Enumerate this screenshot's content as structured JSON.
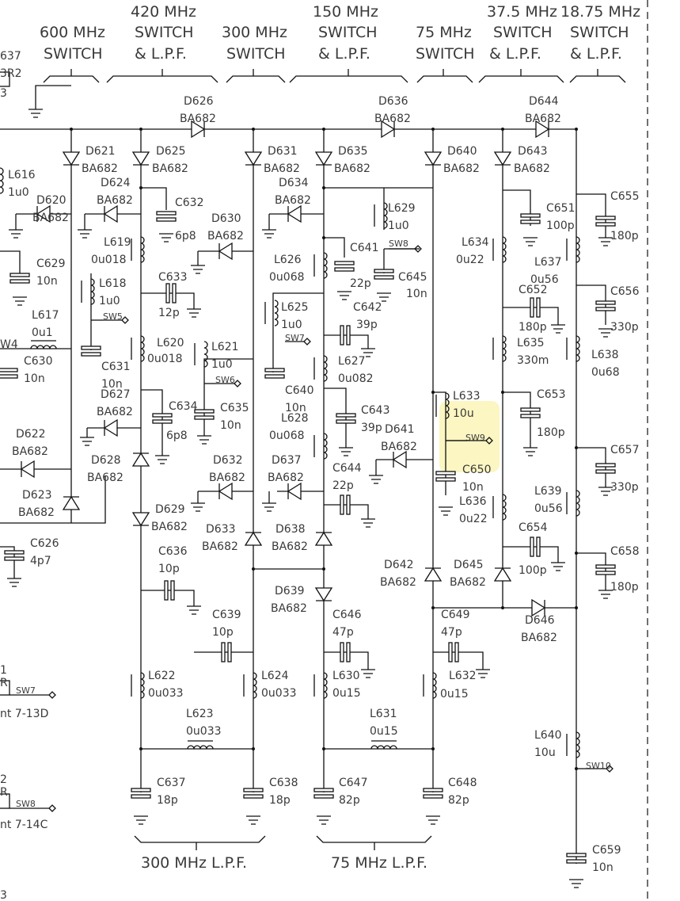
{
  "headers": [
    {
      "id": "600-switch",
      "lines": [
        "600 MHz",
        "SWITCH"
      ]
    },
    {
      "id": "420-switch-lpf",
      "lines": [
        "420 MHz",
        "SWITCH",
        "& L.P.F."
      ]
    },
    {
      "id": "300-switch",
      "lines": [
        "300 MHz",
        "SWITCH"
      ]
    },
    {
      "id": "150-switch-lpf",
      "lines": [
        "150 MHz",
        "SWITCH",
        "& L.P.F."
      ]
    },
    {
      "id": "75-switch",
      "lines": [
        "75 MHz",
        "SWITCH"
      ]
    },
    {
      "id": "37-switch-lpf",
      "lines": [
        "37.5 MHz",
        "SWITCH",
        "& L.P.F."
      ]
    },
    {
      "id": "18-switch-lpf",
      "lines": [
        "18.75 MHz",
        "SWITCH",
        "& L.P.F."
      ]
    }
  ],
  "footers": [
    "300 MHz L.P.F.",
    "75 MHz L.P.F."
  ],
  "offpage": [
    "637",
    "3R2",
    "3",
    "W4",
    "1",
    "R",
    "nt 7-13D",
    "2",
    "R",
    "nt 7-14C",
    "3"
  ],
  "nets": [
    "SW5",
    "SW6",
    "SW7",
    "SW8",
    "SW9",
    "SW10",
    "SW7",
    "SW8"
  ],
  "components": [
    {
      "ref": "D626",
      "value": "BA682"
    },
    {
      "ref": "D636",
      "value": "BA682"
    },
    {
      "ref": "D644",
      "value": "BA682"
    },
    {
      "ref": "D621",
      "value": "BA682"
    },
    {
      "ref": "D625",
      "value": "BA682"
    },
    {
      "ref": "D631",
      "value": "BA682"
    },
    {
      "ref": "D635",
      "value": "BA682"
    },
    {
      "ref": "D640",
      "value": "BA682"
    },
    {
      "ref": "D643",
      "value": "BA682"
    },
    {
      "ref": "L616",
      "value": "1u0"
    },
    {
      "ref": "D624",
      "value": "BA682"
    },
    {
      "ref": "C632",
      "value": "6p8"
    },
    {
      "ref": "D634",
      "value": "BA682"
    },
    {
      "ref": "L629",
      "value": "1u0"
    },
    {
      "ref": "C655",
      "value": "180p"
    },
    {
      "ref": "D620",
      "value": "BA682"
    },
    {
      "ref": "D630",
      "value": "BA682"
    },
    {
      "ref": "C651",
      "value": "100p"
    },
    {
      "ref": "L619",
      "value": "0u018"
    },
    {
      "ref": "L634",
      "value": "0u22"
    },
    {
      "ref": "C641",
      "value": "22p"
    },
    {
      "ref": "L637",
      "value": "0u56"
    },
    {
      "ref": "L626",
      "value": "0u068"
    },
    {
      "ref": "C645",
      "value": "10n"
    },
    {
      "ref": "C629",
      "value": "10n"
    },
    {
      "ref": "C633",
      "value": "12p"
    },
    {
      "ref": "L618",
      "value": "1u0"
    },
    {
      "ref": "L625",
      "value": "1u0"
    },
    {
      "ref": "C642",
      "value": "39p"
    },
    {
      "ref": "C652",
      "value": "180p"
    },
    {
      "ref": "C656",
      "value": "330p"
    },
    {
      "ref": "L617",
      "value": "0u1"
    },
    {
      "ref": "L620",
      "value": "0u018"
    },
    {
      "ref": "L621",
      "value": "1u0"
    },
    {
      "ref": "L635",
      "value": "330m"
    },
    {
      "ref": "L638",
      "value": "0u68"
    },
    {
      "ref": "C630",
      "value": "10n"
    },
    {
      "ref": "C631",
      "value": "10n"
    },
    {
      "ref": "L627",
      "value": "0u082"
    },
    {
      "ref": "C640",
      "value": "10n"
    },
    {
      "ref": "D627",
      "value": "BA682"
    },
    {
      "ref": "C653",
      "value": "180p"
    },
    {
      "ref": "L633",
      "value": "10u"
    },
    {
      "ref": "C634",
      "value": "6p8"
    },
    {
      "ref": "C635",
      "value": "10n"
    },
    {
      "ref": "C643",
      "value": "39p"
    },
    {
      "ref": "D641",
      "value": "BA682"
    },
    {
      "ref": "L628",
      "value": "0u068"
    },
    {
      "ref": "D622",
      "value": "BA682"
    },
    {
      "ref": "C657",
      "value": "330p"
    },
    {
      "ref": "D628",
      "value": "BA682"
    },
    {
      "ref": "D632",
      "value": "BA682"
    },
    {
      "ref": "D637",
      "value": "BA682"
    },
    {
      "ref": "C644",
      "value": "22p"
    },
    {
      "ref": "C650",
      "value": "10n"
    },
    {
      "ref": "D623",
      "value": "BA682"
    },
    {
      "ref": "L639",
      "value": "0u56"
    },
    {
      "ref": "L636",
      "value": "0u22"
    },
    {
      "ref": "D629",
      "value": "BA682"
    },
    {
      "ref": "C654",
      "value": "100p"
    },
    {
      "ref": "D633",
      "value": "BA682"
    },
    {
      "ref": "D638",
      "value": "BA682"
    },
    {
      "ref": "C626",
      "value": "4p7"
    },
    {
      "ref": "C658",
      "value": "180p"
    },
    {
      "ref": "C636",
      "value": "10p"
    },
    {
      "ref": "D642",
      "value": "BA682"
    },
    {
      "ref": "D645",
      "value": "BA682"
    },
    {
      "ref": "D639",
      "value": "BA682"
    },
    {
      "ref": "C646",
      "value": "47p"
    },
    {
      "ref": "C649",
      "value": "47p"
    },
    {
      "ref": "C639",
      "value": "10p"
    },
    {
      "ref": "D646",
      "value": "BA682"
    },
    {
      "ref": "L622",
      "value": "0u033"
    },
    {
      "ref": "L624",
      "value": "0u033"
    },
    {
      "ref": "L630",
      "value": "0u15"
    },
    {
      "ref": "L632",
      "value": "0u15"
    },
    {
      "ref": "L623",
      "value": "0u033"
    },
    {
      "ref": "L631",
      "value": "0u15"
    },
    {
      "ref": "L640",
      "value": "10u"
    },
    {
      "ref": "C637",
      "value": "18p"
    },
    {
      "ref": "C638",
      "value": "18p"
    },
    {
      "ref": "C647",
      "value": "82p"
    },
    {
      "ref": "C648",
      "value": "82p"
    },
    {
      "ref": "C659",
      "value": "10n"
    }
  ],
  "highlight_color": "#fbf6c2"
}
